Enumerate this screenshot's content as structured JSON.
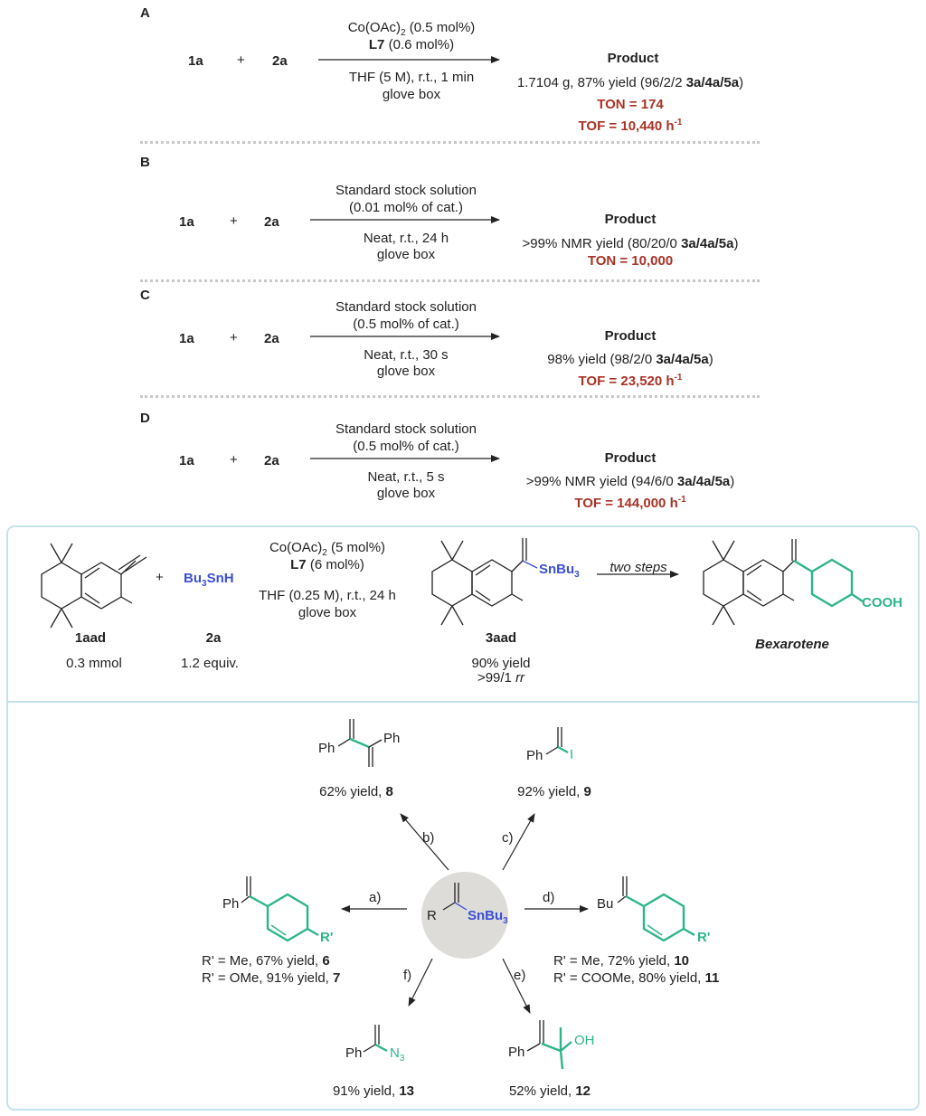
{
  "colors": {
    "accent_red": "#a93226",
    "tin_blue": "#3b4fd4",
    "new_green": "#2db48a",
    "panel_border": "#c5e2ee"
  },
  "sectionA": {
    "label": "A",
    "r1": "1a",
    "plus": "+",
    "r2": "2a",
    "cond1_pre": "Co(OAc)",
    "cond1_sub": "2",
    "cond1_post": " (0.5 mol%)",
    "cond2_b": "L7",
    "cond2": " (0.6 mol%)",
    "cond3": "THF (5 M), r.t., 1 min",
    "cond4": "glove box",
    "product": "Product",
    "yield_pre": "1.7104 g, 87% yield (96/2/2 ",
    "yield_b": "3a/4a/5a",
    "yield_post": ")",
    "ton": "TON = 174",
    "tof": "TOF = 10,440 h",
    "tof_sup": "-1"
  },
  "sectionB": {
    "label": "B",
    "r1": "1a",
    "plus": "+",
    "r2": "2a",
    "cond1": "Standard stock solution",
    "cond2": "(0.01 mol% of cat.)",
    "cond3": "Neat, r.t., 24 h",
    "cond4": "glove box",
    "product": "Product",
    "yield_pre": ">99% NMR yield (80/20/0 ",
    "yield_b": "3a/4a/5a",
    "yield_post": ")",
    "ton": "TON = 10,000"
  },
  "sectionC": {
    "label": "C",
    "r1": "1a",
    "plus": "+",
    "r2": "2a",
    "cond1": "Standard stock solution",
    "cond2": "(0.5 mol% of cat.)",
    "cond3": "Neat, r.t., 30 s",
    "cond4": "glove box",
    "product": "Product",
    "yield_pre": "98% yield (98/2/0 ",
    "yield_b": "3a/4a/5a",
    "yield_post": ")",
    "tof": "TOF = 23,520 h",
    "tof_sup": "-1"
  },
  "sectionD": {
    "label": "D",
    "r1": "1a",
    "plus": "+",
    "r2": "2a",
    "cond1": "Standard stock solution",
    "cond2": "(0.5 mol% of cat.)",
    "cond3": "Neat, r.t., 5 s",
    "cond4": "glove box",
    "product": "Product",
    "yield_pre": ">99% NMR yield (94/6/0 ",
    "yield_b": "3a/4a/5a",
    "yield_post": ")",
    "tof": "TOF = 144,000 h",
    "tof_sup": "-1"
  },
  "bexarotene": {
    "sm_label": "1aad",
    "sm_amount": "0.3 mmol",
    "plus": "+",
    "tin_pre": "Bu",
    "tin_sub": "3",
    "tin_post": "SnH",
    "tin_label": "2a",
    "tin_amount": "1.2 equiv.",
    "cond1_pre": "Co(OAc)",
    "cond1_sub": "2",
    "cond1_post": " (5 mol%)",
    "cond2_b": "L7",
    "cond2": " (6 mol%)",
    "cond3": "THF (0.25 M), r.t., 24 h",
    "cond4": "glove box",
    "prod_group_pre": "SnBu",
    "prod_group_sub": "3",
    "prod_label": "3aad",
    "prod_yield": "90% yield",
    "prod_rr_pre": ">99/1 ",
    "prod_rr_i": "rr",
    "steps": "two steps",
    "final_acid": "COOH",
    "final_label": "Bexarotene"
  },
  "derivatization": {
    "center_r": "R",
    "center_group_pre": "SnBu",
    "center_group_sub": "3",
    "a": "a)",
    "b": "b)",
    "c": "c)",
    "d": "d)",
    "e": "e)",
    "f": "f)",
    "p8_ph1": "Ph",
    "p8_ph2": "Ph",
    "p8_text": "62% yield, ",
    "p8_num": "8",
    "p9_ph": "Ph",
    "p9_i": "I",
    "p9_text": "92% yield, ",
    "p9_num": "9",
    "p6_ph": "Ph",
    "p6_r": "R'",
    "p6_line1": "R' = Me, 67% yield, ",
    "p6_num": "6",
    "p7_line2": "R' = OMe, 91% yield, ",
    "p7_num": "7",
    "p10_bu": "Bu",
    "p10_r": "R'",
    "p10_line1": "R' = Me, 72% yield, ",
    "p10_num": "10",
    "p11_line2": "R' = COOMe, 80% yield, ",
    "p11_num": "11",
    "p13_ph": "Ph",
    "p13_n": "N",
    "p13_n_sub": "3",
    "p13_text": "91% yield, ",
    "p13_num": "13",
    "p12_ph": "Ph",
    "p12_oh": "OH",
    "p12_text": "52% yield, ",
    "p12_num": "12"
  }
}
